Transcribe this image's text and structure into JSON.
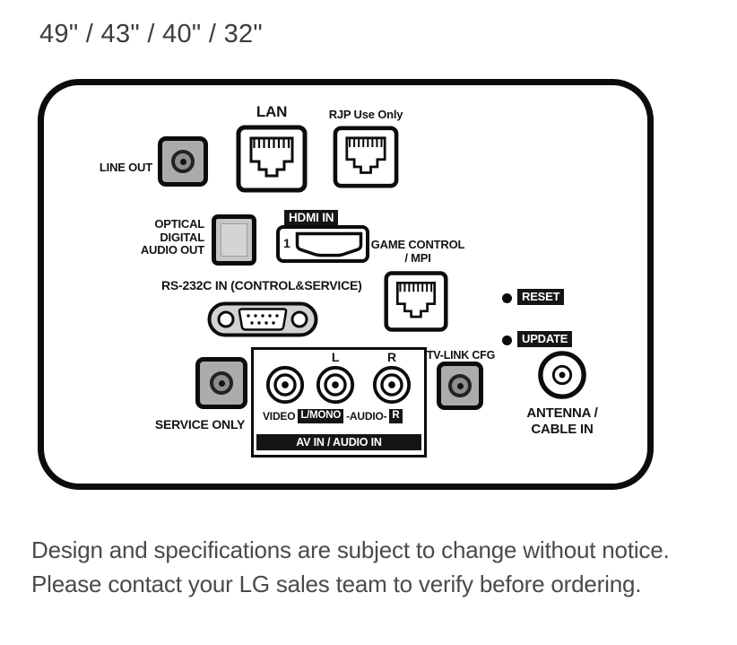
{
  "title": "49\" / 43\" / 40\" / 32\"",
  "colors": {
    "outline": "#0c0c0c",
    "badge_bg": "#151515",
    "metal_gray": "#ababab",
    "panel_bg": "#ffffff"
  },
  "panel": {
    "line_out": "LINE OUT",
    "lan": "LAN",
    "rjp": "RJP Use Only",
    "optical": [
      "OPTICAL",
      "DIGITAL",
      "AUDIO OUT"
    ],
    "hdmi_badge": "HDMI IN",
    "hdmi_port_number": "1",
    "game_control": [
      "GAME CONTROL",
      "/ MPI"
    ],
    "rs232c": "RS-232C IN (CONTROL&SERVICE)",
    "reset": "RESET",
    "update": "UPDATE",
    "tv_link_cfg": "TV-LINK CFG",
    "service_only": "SERVICE ONLY",
    "av": {
      "l": "L",
      "r": "R",
      "video": "VIDEO",
      "l_mono": "L/MONO",
      "audio": "-AUDIO-",
      "r_badge": "R",
      "bar": "AV IN / AUDIO IN"
    },
    "antenna": [
      "ANTENNA /",
      "CABLE IN"
    ]
  },
  "footer": {
    "line1": "Design and specifications are subject to change without notice.",
    "line2": "Please contact your LG sales team to verify before ordering."
  }
}
